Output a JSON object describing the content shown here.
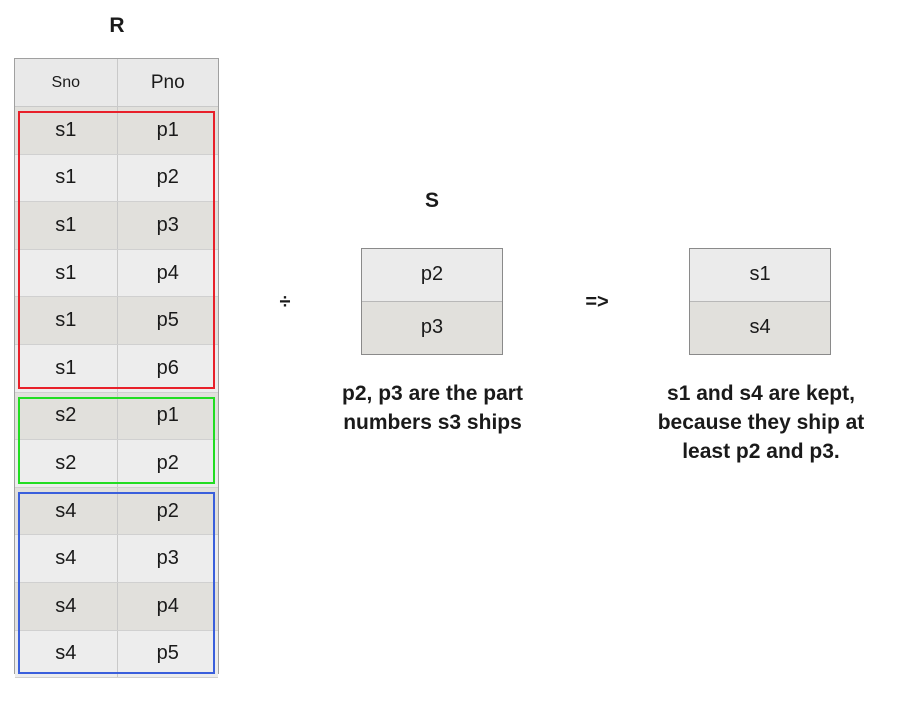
{
  "relation_r": {
    "title": "R",
    "columns": [
      "Sno",
      "Pno"
    ],
    "rows": [
      [
        "s1",
        "p1"
      ],
      [
        "s1",
        "p2"
      ],
      [
        "s1",
        "p3"
      ],
      [
        "s1",
        "p4"
      ],
      [
        "s1",
        "p5"
      ],
      [
        "s1",
        "p6"
      ],
      [
        "s2",
        "p1"
      ],
      [
        "s2",
        "p2"
      ],
      [
        "s4",
        "p2"
      ],
      [
        "s4",
        "p3"
      ],
      [
        "s4",
        "p4"
      ],
      [
        "s4",
        "p5"
      ]
    ],
    "groups": [
      {
        "color": "#e8202a",
        "first_row": 0,
        "last_row": 5
      },
      {
        "color": "#22dd22",
        "first_row": 6,
        "last_row": 7
      },
      {
        "color": "#3a5fdc",
        "first_row": 8,
        "last_row": 11
      }
    ]
  },
  "divide_symbol": "÷",
  "relation_s": {
    "title": "S",
    "rows": [
      "p2",
      "p3"
    ],
    "caption": [
      "p2, p3 are the part",
      "numbers s3 ships"
    ]
  },
  "arrow_symbol": "=>",
  "result": {
    "rows": [
      "s1",
      "s4"
    ],
    "caption": [
      "s1 and s4 are kept,",
      "because they ship at",
      "least p2 and p3."
    ]
  }
}
